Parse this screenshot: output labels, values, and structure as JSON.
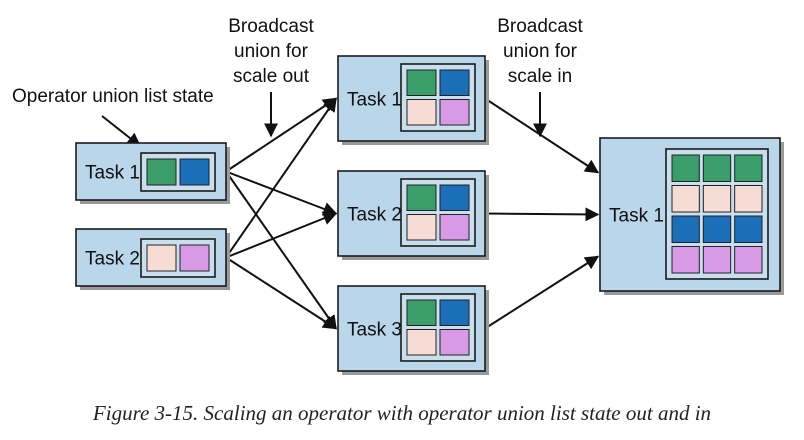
{
  "annotations": {
    "operator_state": "Operator union list state",
    "broadcast_out": [
      "Broadcast",
      "union for",
      "scale out"
    ],
    "broadcast_in": [
      "Broadcast",
      "union for",
      "scale in"
    ]
  },
  "stages": {
    "initial": [
      {
        "label": "Task 1",
        "state": [
          "green",
          "blue"
        ]
      },
      {
        "label": "Task 2",
        "state": [
          "pink",
          "purple"
        ]
      }
    ],
    "scaled_out": [
      {
        "label": "Task 1",
        "state": [
          "green",
          "blue",
          "pink",
          "purple"
        ]
      },
      {
        "label": "Task 2",
        "state": [
          "green",
          "blue",
          "pink",
          "purple"
        ]
      },
      {
        "label": "Task 3",
        "state": [
          "green",
          "blue",
          "pink",
          "purple"
        ]
      }
    ],
    "scaled_in": [
      {
        "label": "Task 1",
        "state": [
          "green",
          "green",
          "green",
          "pink",
          "pink",
          "pink",
          "blue",
          "blue",
          "blue",
          "purple",
          "purple",
          "purple"
        ]
      }
    ]
  },
  "colors": {
    "task_fill": "#b9d6ea",
    "state_fill": "#c9dfee",
    "border": "#1a1a1a",
    "green": "#3a9d6a",
    "blue": "#1b6fb8",
    "pink": "#f6dcd5",
    "purple": "#d89ae6"
  },
  "caption": "Figure 3-15. Scaling an operator with operator union list state out and in"
}
